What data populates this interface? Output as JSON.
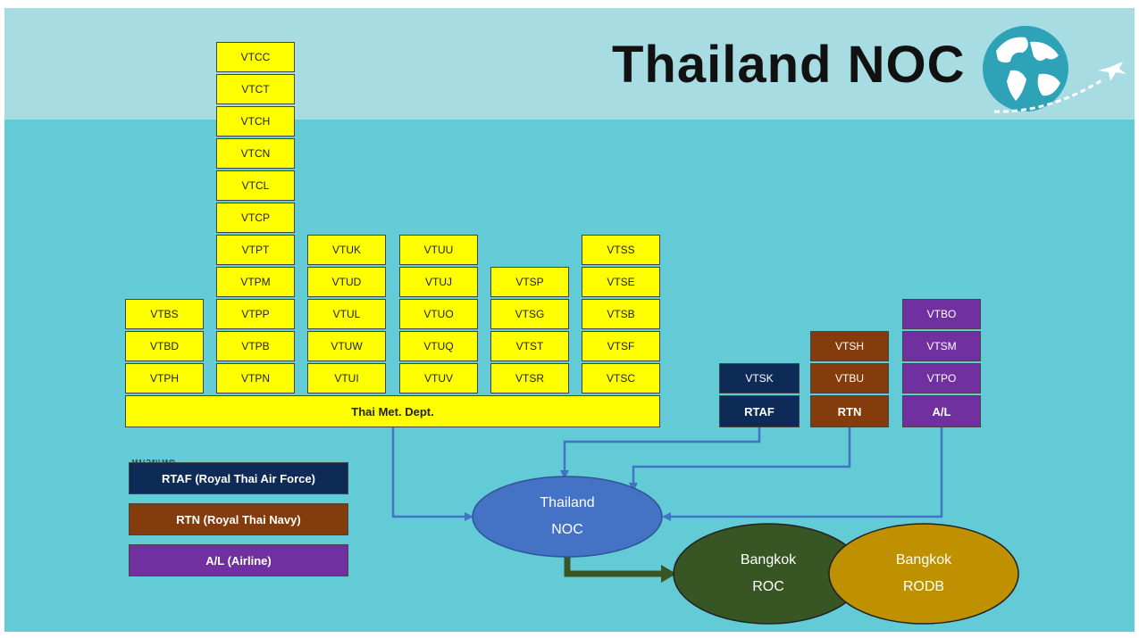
{
  "header": {
    "title": "Thailand NOC"
  },
  "colors": {
    "yellow": "#FFFF00",
    "rtaf": "#0E2A57",
    "rtn": "#843C0C",
    "airline": "#7030A0",
    "noc": "#4472C4",
    "roc": "#375623",
    "rodb": "#BF9000",
    "arrow": "#4472C4"
  },
  "tmd": {
    "label": "Thai Met. Dept.",
    "col1": [
      "VTBS",
      "VTBD",
      "VTPH"
    ],
    "col2": [
      "VTCC",
      "VTCT",
      "VTCH",
      "VTCN",
      "VTCL",
      "VTCP",
      "VTPT",
      "VTPM",
      "VTPP",
      "VTPB",
      "VTPN"
    ],
    "col3": [
      "VTUK",
      "VTUD",
      "VTUL",
      "VTUW",
      "VTUI"
    ],
    "col4": [
      "VTUU",
      "VTUJ",
      "VTUO",
      "VTUQ",
      "VTUV"
    ],
    "col5": [
      "VTSP",
      "VTSG",
      "VTST",
      "VTSR"
    ],
    "col6": [
      "VTSS",
      "VTSE",
      "VTSB",
      "VTSF",
      "VTSC"
    ]
  },
  "rtaf": {
    "label": "RTAF",
    "stations": [
      "VTSK"
    ]
  },
  "rtn": {
    "label": "RTN",
    "stations": [
      "VTSH",
      "VTBU"
    ]
  },
  "airline": {
    "label": "A/L",
    "stations": [
      "VTBO",
      "VTSM",
      "VTPO"
    ]
  },
  "noc": {
    "line1": "Thailand",
    "line2": "NOC"
  },
  "roc": {
    "line1": "Bangkok",
    "line2": "ROC"
  },
  "rodb": {
    "line1": "Bangkok",
    "line2": "RODB"
  },
  "legend": {
    "title": "หมายเหตุ",
    "rtaf": "RTAF (Royal Thai Air Force)",
    "rtn": "RTN (Royal Thai Navy)",
    "airline": "A/L (Airline)"
  }
}
